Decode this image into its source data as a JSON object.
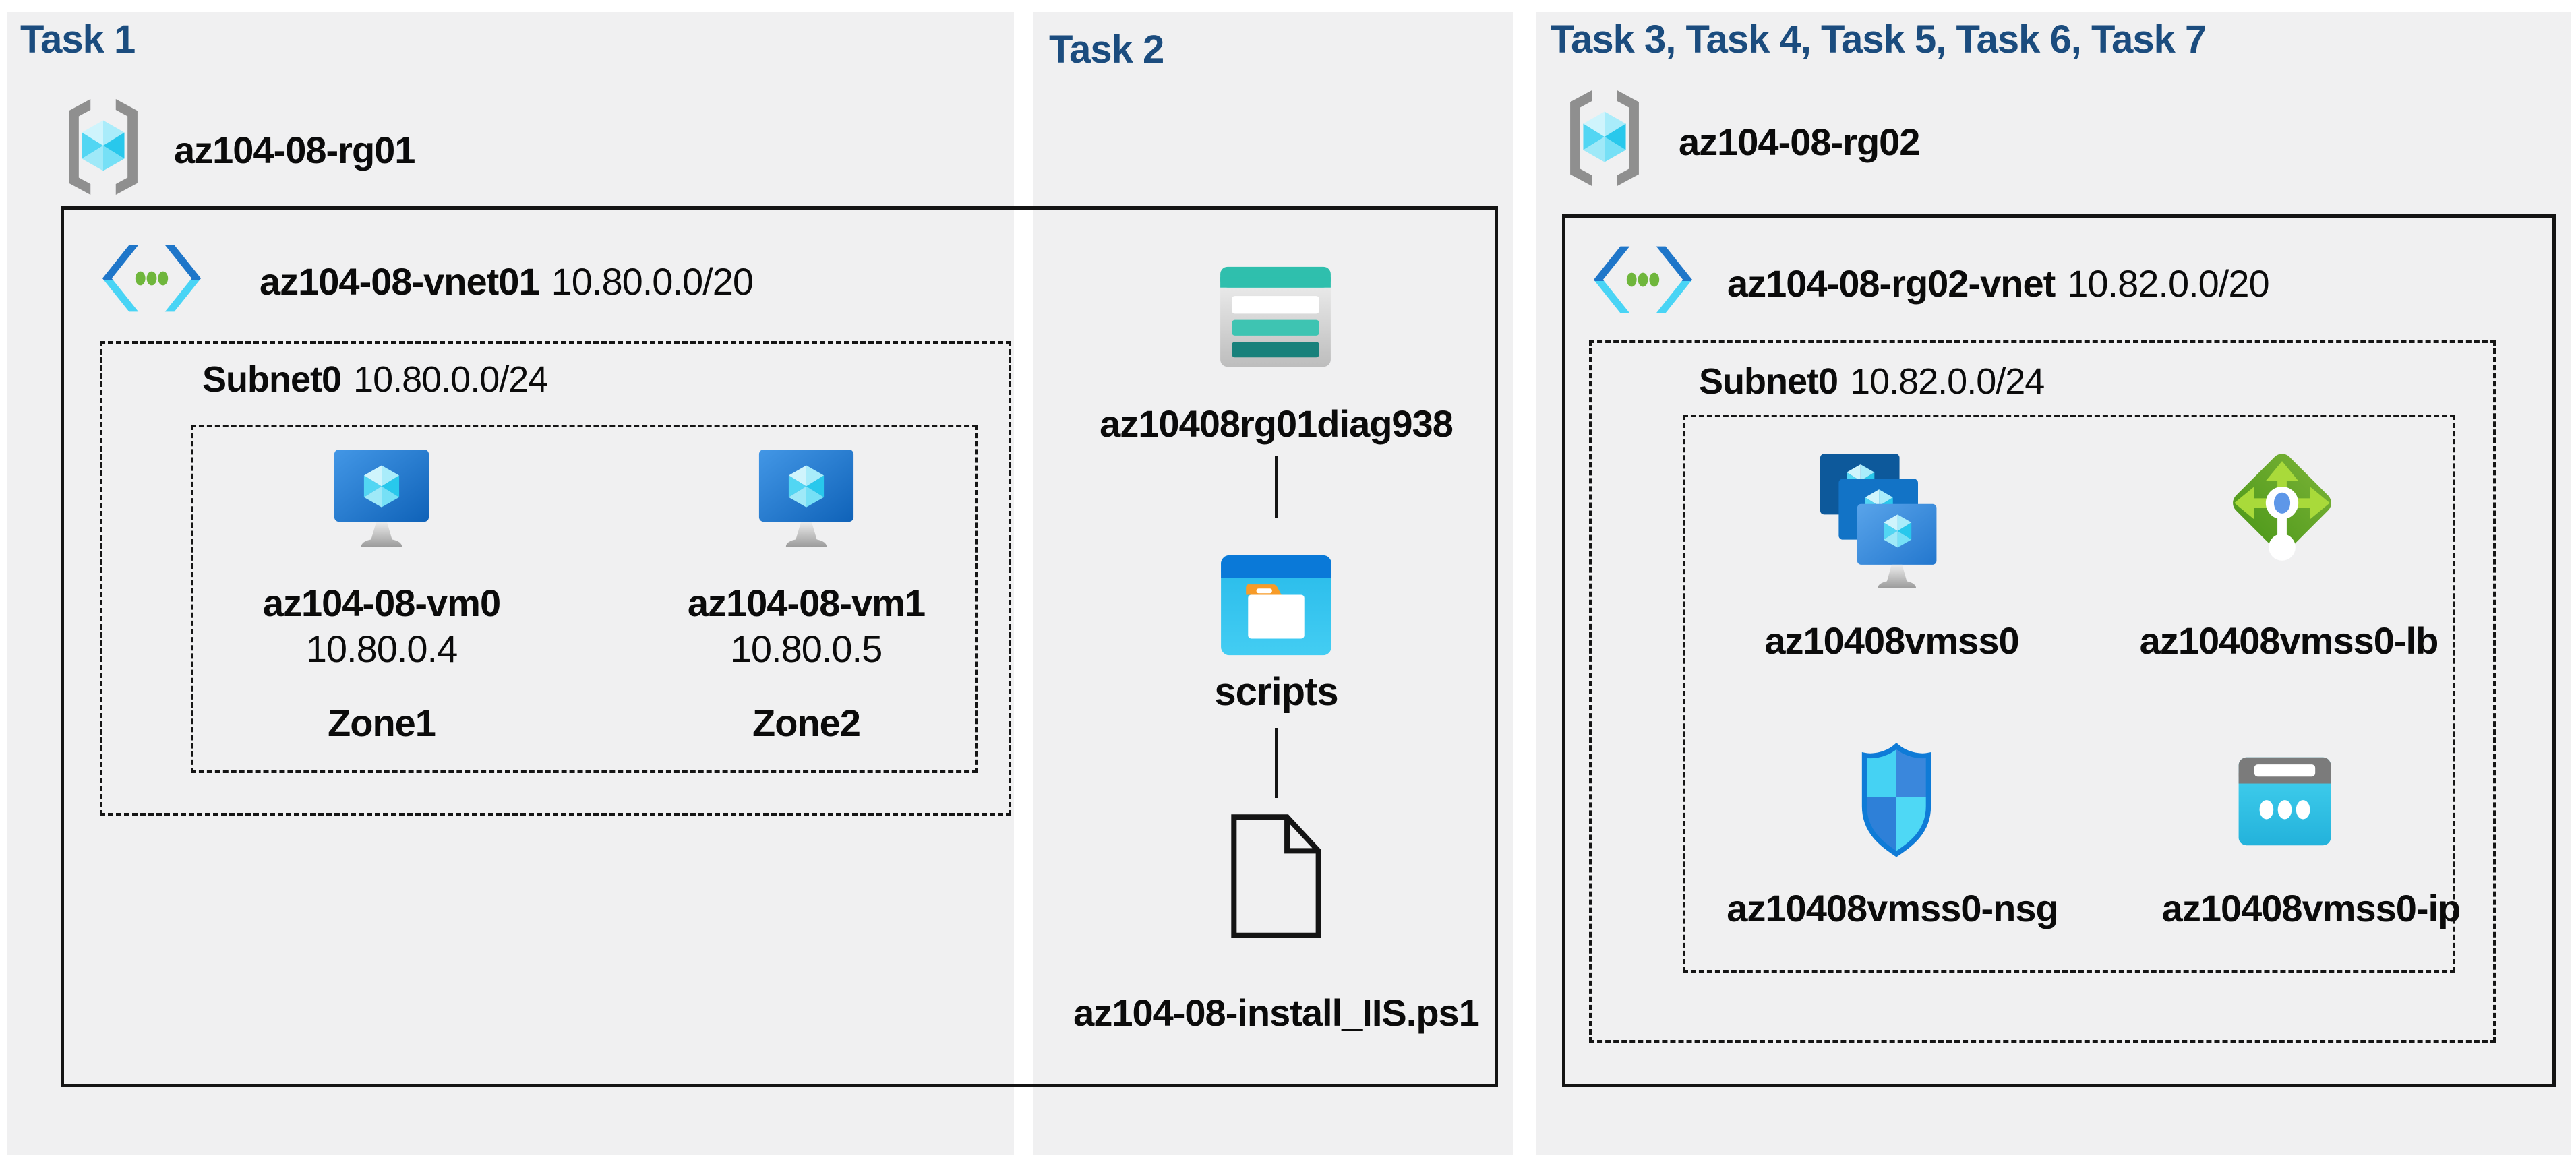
{
  "colors": {
    "background": "#ffffff",
    "panel_gray": "#f0f0f1",
    "title_navy": "#1b4c7e",
    "text_black": "#0b0b0b",
    "box_border_black": "#141414",
    "vm_monitor_blue": "#1565c0",
    "cube_cyan": "#52d6f3",
    "vnet_chevron_blue": "#1f76c9",
    "vnet_chevron_cyan": "#49d4f5",
    "vnet_dot_green": "#6fb63c",
    "lb_diamond_green": "#5da428",
    "lb_arrow_green": "#a9da3a",
    "nsg_border_blue": "#0f7bd7",
    "storage_teal": "#2fbfad",
    "folder_band_blue": "#0a79d8",
    "folder_tab_orange": "#f79b28",
    "ip_gray": "#7b7b7b",
    "rg_bracket_gray": "#8f8f8f"
  },
  "icons": {
    "resource-group-icon": "gray brackets around cyan cube",
    "virtual-network-icon": "blue angle chevrons with three green dots",
    "virtual-machine-icon": "blue monitor with cyan cube on stand",
    "vmss-icon": "three stacked blue monitors with cyan cubes",
    "load-balancer-icon": "green diamond with arrows and white probe",
    "nsg-icon": "blue quartered shield",
    "public-ip-icon": "cyan address card with three dots",
    "storage-account-icon": "teal table card",
    "folder-icon": "blue window with orange folder tab",
    "file-icon": "outlined document with folded corner"
  },
  "tasks": {
    "task1": {
      "title": "Task 1",
      "rg": "az104-08-rg01",
      "vnet_name": "az104-08-vnet01",
      "vnet_cidr": "10.80.0.0/20",
      "subnet_name": "Subnet0",
      "subnet_cidr": "10.80.0.0/24",
      "vms": [
        {
          "name": "az104-08-vm0",
          "ip": "10.80.0.4",
          "zone": "Zone1",
          "icon": "virtual-machine-icon"
        },
        {
          "name": "az104-08-vm1",
          "ip": "10.80.0.5",
          "zone": "Zone2",
          "icon": "virtual-machine-icon"
        }
      ]
    },
    "task2": {
      "title": "Task 2",
      "storage_account": "az10408rg01diag938",
      "folder": "scripts",
      "script_file": "az104-08-install_IIS.ps1"
    },
    "task37": {
      "title": "Task 3, Task 4, Task 5, Task 6, Task 7",
      "rg": "az104-08-rg02",
      "vnet_name": "az104-08-rg02-vnet",
      "vnet_cidr": "10.82.0.0/20",
      "subnet_name": "Subnet0",
      "subnet_cidr": "10.82.0.0/24",
      "resources": [
        {
          "name": "az10408vmss0",
          "icon": "vmss-icon"
        },
        {
          "name": "az10408vmss0-lb",
          "icon": "load-balancer-icon"
        },
        {
          "name": "az10408vmss0-nsg",
          "icon": "nsg-icon"
        },
        {
          "name": "az10408vmss0-ip",
          "icon": "public-ip-icon"
        }
      ]
    }
  }
}
